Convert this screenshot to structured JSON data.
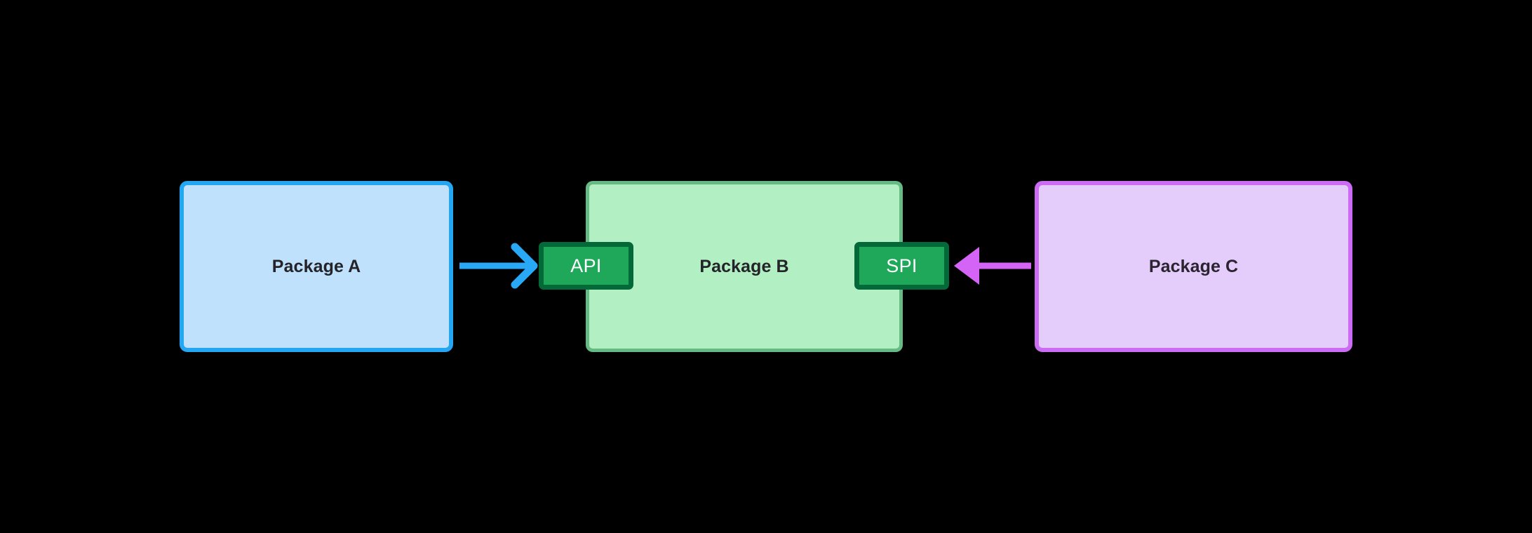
{
  "diagram": {
    "type": "package-dependency-diagram",
    "background_color": "#000000",
    "packages": [
      {
        "id": "package-a",
        "label": "Package A",
        "fill_color": "#bfe1fb",
        "border_color": "#23a7f2",
        "text_color": "#232329"
      },
      {
        "id": "package-b",
        "label": "Package B",
        "fill_color": "#b2efc2",
        "border_color": "#58b078",
        "text_color": "#232329"
      },
      {
        "id": "package-c",
        "label": "Package C",
        "fill_color": "#e4ccfb",
        "border_color": "#cc6cf4",
        "text_color": "#2b2430"
      }
    ],
    "interfaces": [
      {
        "id": "api-box",
        "label": "API",
        "fill_color": "#1fa85a",
        "border_color": "#046938",
        "text_color": "#ffffff",
        "attached_to": "package-b",
        "edge": "left"
      },
      {
        "id": "spi-box",
        "label": "SPI",
        "fill_color": "#1fa85a",
        "border_color": "#046938",
        "text_color": "#ffffff",
        "attached_to": "package-b",
        "edge": "right"
      }
    ],
    "connectors": [
      {
        "id": "connector-a-to-api",
        "from": "package-a",
        "to": "api-box",
        "direction": "right",
        "color": "#29a8f5",
        "arrowhead": "open-chevron"
      },
      {
        "id": "connector-c-to-spi",
        "from": "package-c",
        "to": "spi-box",
        "direction": "left",
        "color": "#d464f5",
        "arrowhead": "filled-triangle"
      }
    ]
  }
}
